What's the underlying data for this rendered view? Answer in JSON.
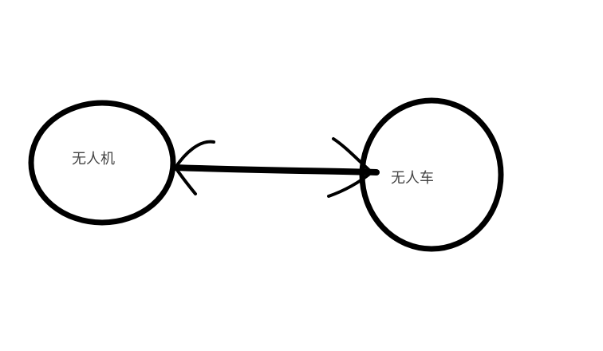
{
  "nodes": {
    "drone": {
      "label": "无人机"
    },
    "vehicle": {
      "label": "无人车"
    }
  },
  "edge": {
    "type": "bidirectional-arrow",
    "from": "drone",
    "to": "vehicle"
  },
  "colors": {
    "stroke": "#000000",
    "label": "#444444",
    "background": "#ffffff"
  }
}
